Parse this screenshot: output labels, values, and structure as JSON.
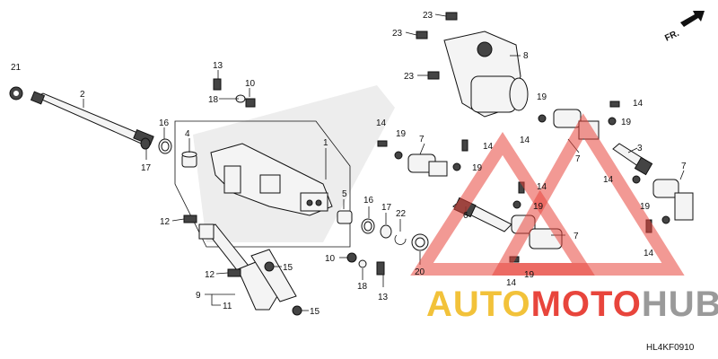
{
  "diagram": {
    "labels": {
      "p1": "1",
      "p2": "2",
      "p3": "3",
      "p4": "4",
      "p5": "5",
      "p6": "6",
      "p7a": "7",
      "p7b": "7",
      "p7c": "7",
      "p7d": "7",
      "p8": "8",
      "p9": "9",
      "p10a": "10",
      "p10b": "10",
      "p11": "11",
      "p12a": "12",
      "p12b": "12",
      "p13a": "13",
      "p13b": "13",
      "p14a": "14",
      "p14b": "14",
      "p14c": "14",
      "p14d": "14",
      "p14e": "14",
      "p14f": "14",
      "p14g": "14",
      "p14h": "14",
      "p15a": "15",
      "p15b": "15",
      "p16a": "16",
      "p16b": "16",
      "p17a": "17",
      "p17b": "17",
      "p18a": "18",
      "p18b": "18",
      "p19a": "19",
      "p19b": "19",
      "p19c": "19",
      "p19d": "19",
      "p19e": "19",
      "p19f": "19",
      "p19g": "19",
      "p20": "20",
      "p21": "21",
      "p22": "22",
      "p23a": "23",
      "p23b": "23",
      "p23c": "23"
    },
    "direction_label": "FR.",
    "diagram_code": "HL4KF0910"
  },
  "watermark": {
    "text_part1": "AUTO",
    "text_part2": "MOTO",
    "text_part3": "HUB",
    "color_yellow": "#f2c23a",
    "color_red": "#e8453c",
    "color_gray": "#9a9a9a"
  }
}
